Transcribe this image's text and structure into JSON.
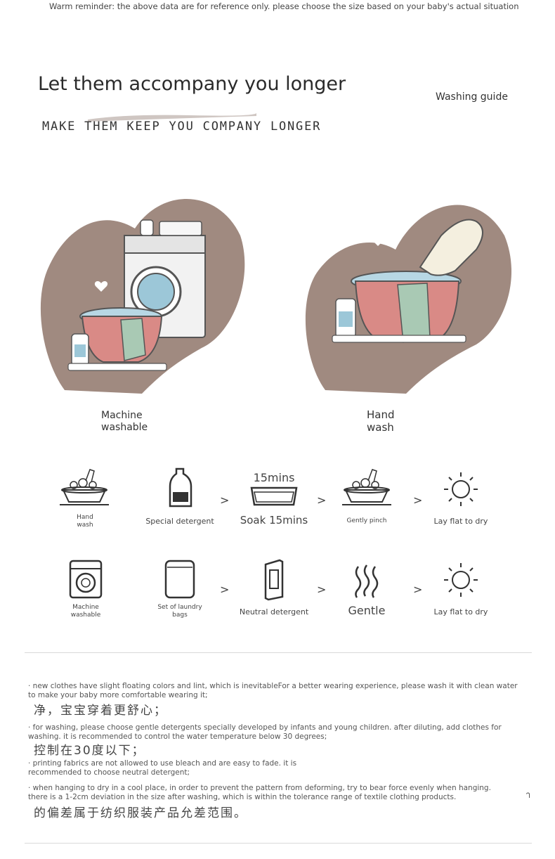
{
  "reminder": "Warm reminder: the above data are for reference only. please choose the size based on your baby's actual situation",
  "heading": {
    "title": "Let them accompany you longer",
    "guide": "Washing guide",
    "subtitle": "MAKE THEM KEEP YOU COMPANY LONGER"
  },
  "illustrations": {
    "machine_caption_1": "Machine",
    "machine_caption_2": "washable",
    "hand_caption_1": "Hand",
    "hand_caption_2": "wash"
  },
  "row1": {
    "hand_wash_1": "Hand",
    "hand_wash_2": "wash",
    "detergent": "Special detergent",
    "soak_timer": "15mins",
    "soak": "Soak 15mins",
    "pinch": "Gently pinch",
    "dry": "Lay flat to dry"
  },
  "row2": {
    "machine_1": "Machine",
    "machine_2": "washable",
    "bags_1": "Set of laundry",
    "bags_2": "bags",
    "neutral": "Neutral detergent",
    "gentle": "Gentle",
    "dry": "Lay flat to dry"
  },
  "arrow": ">",
  "notes": [
    {
      "en": "· new clothes have slight floating colors and lint, which is inevitableFor a better wearing experience, please wash it with clean water to make your baby more comfortable wearing it;",
      "cjk": "净，宝宝穿着更舒心；"
    },
    {
      "en": "· for washing, please choose gentle detergents specially developed by infants and young children. after diluting, add clothes for washing. it is recommended to control the water temperature below 30 degrees;",
      "cjk": "控制在30度以下；"
    },
    {
      "en": "· printing fabrics are not allowed to use bleach and are easy to fade. it is recommended to choose neutral detergent;",
      "cjk": ""
    },
    {
      "en": "· when hanging to dry in a cool place, in order to prevent the pattern from deforming, try to bear force evenly when hanging. there is a 1-2cm deviation in the size after washing, which is within the tolerance range of textile clothing products.",
      "cjk": "的偏差属于纺织服装产品允差范围。"
    }
  ],
  "stray_mark": "า",
  "colors": {
    "blob": "#a08a80",
    "basin": "#d98a86",
    "water": "#9cc7d8",
    "cloth": "#a9c9b4"
  }
}
